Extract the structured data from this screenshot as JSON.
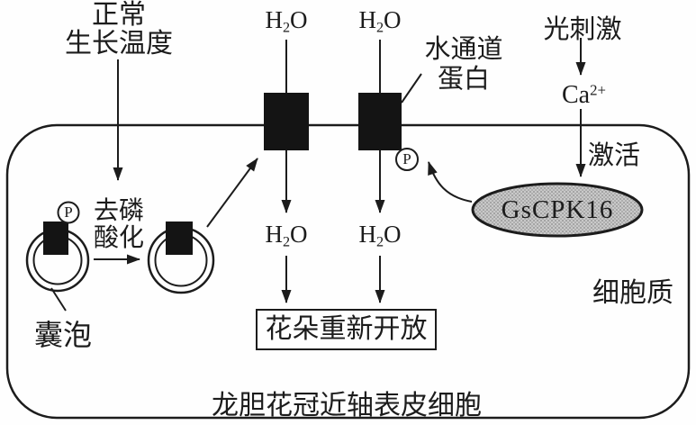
{
  "figure": {
    "type": "biology-signal-pathway-diagram",
    "colors": {
      "ink": "#1c1c1c",
      "channel_fill": "#141414",
      "kinase_fill": "#c9c9c9",
      "background": "#fefefe"
    },
    "labels": {
      "normal_temp_line1": "正常",
      "normal_temp_line2": "生长温度",
      "h2o": {
        "h": "H",
        "sub": "2",
        "o": "O"
      },
      "aquaporin_line1": "水通道",
      "aquaporin_line2": "蛋白",
      "light_stimulus": "光刺激",
      "calcium_base": "Ca",
      "calcium_sup": "2+",
      "activate": "激活",
      "kinase": "GsCPK16",
      "phosphate": "P",
      "dephospho_line1": "去磷",
      "dephospho_line2": "酸化",
      "vesicle": "囊泡",
      "flower_reopen": "花朵重新开放",
      "cytoplasm": "细胞质",
      "cell_caption": "龙胆花冠近轴表皮细胞"
    }
  }
}
